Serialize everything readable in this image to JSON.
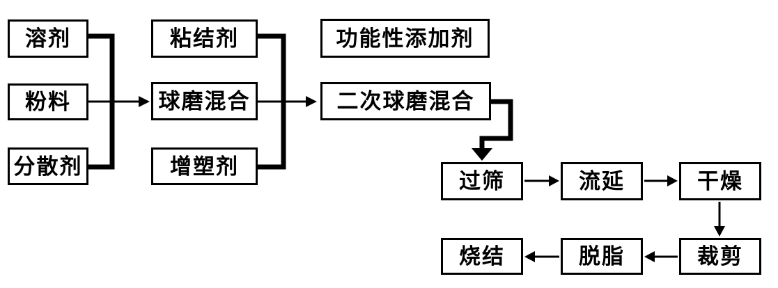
{
  "diagram": {
    "type": "flowchart",
    "background_color": "#ffffff",
    "line_color": "#000000",
    "box_border_color": "#000000",
    "text_color": "#000000"
  },
  "nodes": {
    "solvent": {
      "label": "溶剂"
    },
    "powder": {
      "label": "粉料"
    },
    "dispersant": {
      "label": "分散剂"
    },
    "binder": {
      "label": "粘结剂"
    },
    "ball_milling": {
      "label": "球磨混合"
    },
    "plasticizer": {
      "label": "增塑剂"
    },
    "functional_additive": {
      "label": "功能性添加剂"
    },
    "secondary_ball_milling": {
      "label": "二次球磨混合"
    },
    "sieving": {
      "label": "过筛"
    },
    "tape_casting": {
      "label": "流延"
    },
    "drying": {
      "label": "干燥"
    },
    "cutting": {
      "label": "裁剪"
    },
    "debinding": {
      "label": "脱脂"
    },
    "sintering": {
      "label": "烧结"
    }
  },
  "edges": [
    {
      "from": [
        "solvent",
        "powder",
        "dispersant"
      ],
      "to": "ball_milling",
      "style": "merge-bus-arrow"
    },
    {
      "from": [
        "binder",
        "ball_milling",
        "plasticizer"
      ],
      "to": "secondary_ball_milling",
      "style": "merge-bus-arrow"
    },
    {
      "from": "secondary_ball_milling",
      "to": "sieving",
      "style": "thick-elbow-arrow"
    },
    {
      "from": "sieving",
      "to": "tape_casting",
      "style": "arrow"
    },
    {
      "from": "tape_casting",
      "to": "drying",
      "style": "arrow"
    },
    {
      "from": "drying",
      "to": "cutting",
      "style": "arrow"
    },
    {
      "from": "cutting",
      "to": "debinding",
      "style": "arrow"
    },
    {
      "from": "debinding",
      "to": "sintering",
      "style": "arrow"
    }
  ]
}
